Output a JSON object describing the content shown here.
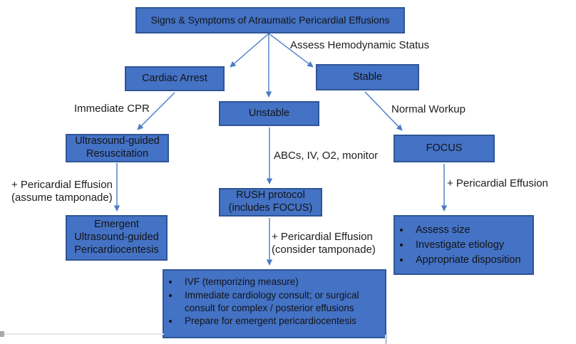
{
  "title": "Atraumatic pericardial effusion management flowchart",
  "colors": {
    "box_fill": "#4472C4",
    "box_border": "#2F5597",
    "box_text": "#121419",
    "arrow": "#4a7bc8",
    "label_text": "#1d1d1d"
  },
  "nodes": {
    "root": {
      "label": "Signs & Symptoms of Atraumatic Pericardial Effusions"
    },
    "cardiac_arrest": {
      "label": "Cardiac Arrest"
    },
    "stable": {
      "label": "Stable"
    },
    "unstable": {
      "label": "Unstable"
    },
    "ultrasound_resus": {
      "label": "Ultrasound-guided Resuscitation"
    },
    "focus": {
      "label": "FOCUS"
    },
    "rush": {
      "label": "RUSH protocol (includes FOCUS)"
    },
    "emergent_pericardiocentesis": {
      "label": "Emergent Ultrasound-guided Pericardiocentesis"
    },
    "stable_actions": {
      "items": [
        "Assess size",
        "Investigate etiology",
        "Appropriate disposition"
      ]
    },
    "unstable_actions": {
      "items": [
        "IVF (temporizing measure)",
        "Immediate cardiology consult; or surgical consult for complex / posterior effusions",
        "Prepare for emergent pericardiocentesis"
      ]
    }
  },
  "edge_labels": {
    "assess_hemodynamic": "Assess Hemodynamic Status",
    "immediate_cpr": "Immediate CPR",
    "normal_workup": "Normal Workup",
    "abcs": "ABCs, IV, O2, monitor",
    "pe_assume_line1": "+ Pericardial Effusion",
    "pe_assume_line2": "(assume tamponade)",
    "pe_consider_line1": "+ Pericardial Effusion",
    "pe_consider_line2": "(consider tamponade)",
    "pe_right": "+ Pericardial Effusion"
  },
  "edges": [
    {
      "from": "root",
      "to": "cardiac_arrest"
    },
    {
      "from": "root",
      "to": "unstable",
      "label": "Assess Hemodynamic Status"
    },
    {
      "from": "root",
      "to": "stable",
      "label": "Assess Hemodynamic Status"
    },
    {
      "from": "cardiac_arrest",
      "to": "ultrasound_resus",
      "label": "Immediate CPR"
    },
    {
      "from": "ultrasound_resus",
      "to": "emergent_pericardiocentesis",
      "label": "+ Pericardial Effusion (assume tamponade)"
    },
    {
      "from": "unstable",
      "to": "rush",
      "label": "ABCs, IV, O2, monitor"
    },
    {
      "from": "rush",
      "to": "unstable_actions",
      "label": "+ Pericardial Effusion (consider tamponade)"
    },
    {
      "from": "stable",
      "to": "focus",
      "label": "Normal Workup"
    },
    {
      "from": "focus",
      "to": "stable_actions",
      "label": "+ Pericardial Effusion"
    }
  ]
}
